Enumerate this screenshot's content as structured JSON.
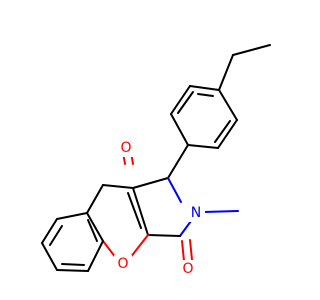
{
  "molecule": {
    "atoms": {
      "carbonyl_o_top": {
        "symbol": "O",
        "color": "#ff0000"
      },
      "ring_o": {
        "symbol": "O",
        "color": "#ff0000"
      },
      "carbonyl_o_bottom": {
        "symbol": "O",
        "color": "#ff0000"
      },
      "ring_n": {
        "symbol": "N",
        "color": "#0000ff"
      }
    }
  }
}
